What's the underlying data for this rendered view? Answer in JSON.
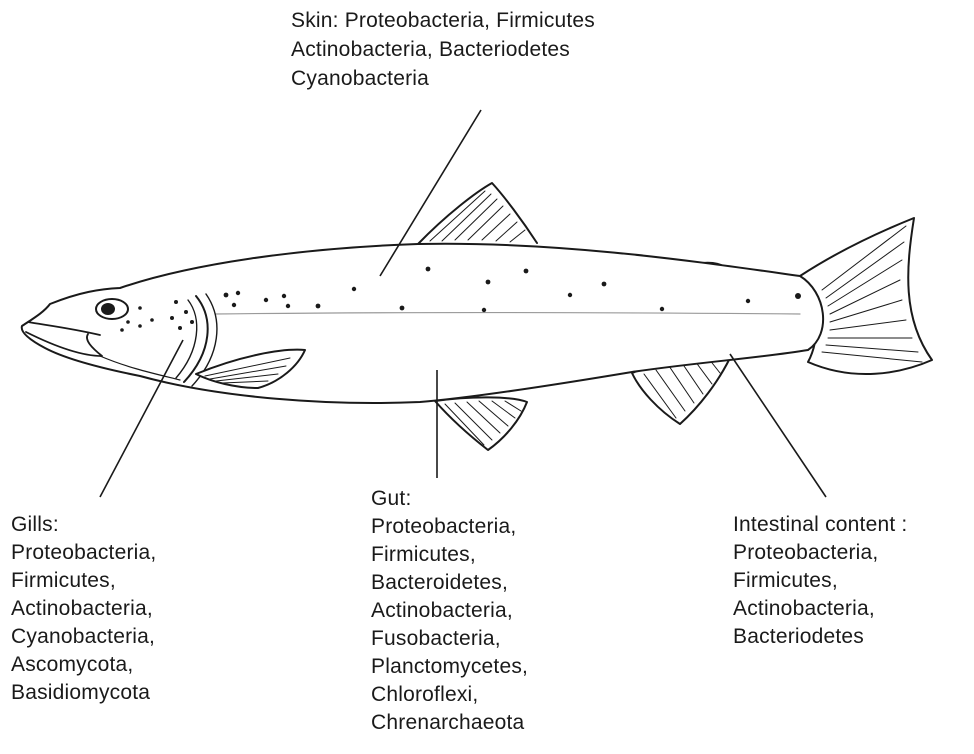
{
  "labels": {
    "skin": {
      "lines": [
        "Skin: Proteobacteria, Firmicutes",
        "Actinobacteria, Bacteriodetes",
        "Cyanobacteria"
      ]
    },
    "gills": {
      "lines": [
        "Gills:",
        "Proteobacteria,",
        "Firmicutes,",
        "Actinobacteria,",
        "Cyanobacteria,",
        "Ascomycota,",
        "Basidiomycota"
      ]
    },
    "gut": {
      "lines": [
        "Gut:",
        "Proteobacteria,",
        "Firmicutes,",
        "Bacteroidetes,",
        "Actinobacteria,",
        "Fusobacteria,",
        "Planctomycetes,",
        "Chloroflexi,",
        "Chrenarchaeota"
      ]
    },
    "intestinal": {
      "lines": [
        "Intestinal content :",
        "Proteobacteria,",
        "Firmicutes,",
        "Actinobacteria,",
        "Bacteriodetes"
      ]
    }
  }
}
